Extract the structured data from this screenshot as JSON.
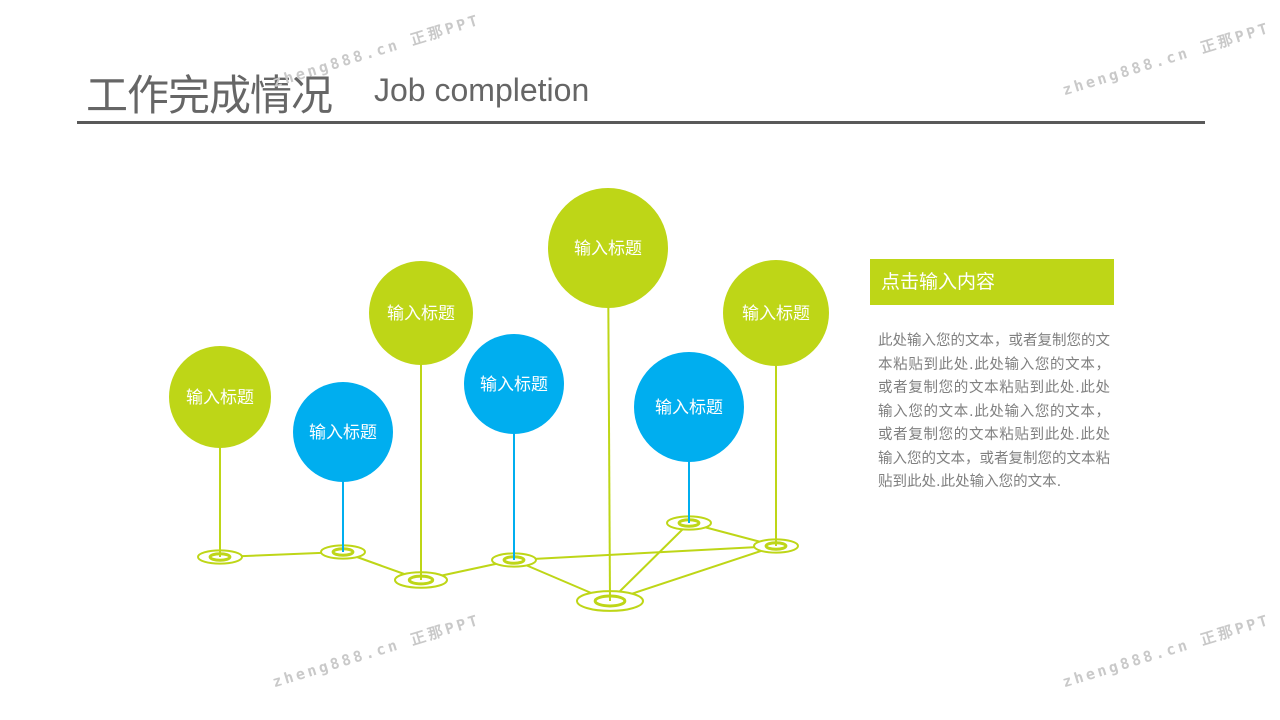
{
  "header": {
    "title_cn": "工作完成情况",
    "title_en": "Job completion"
  },
  "diagram": {
    "nodes": [
      {
        "label": "输入标题",
        "color": "green"
      },
      {
        "label": "输入标题",
        "color": "blue"
      },
      {
        "label": "输入标题",
        "color": "green"
      },
      {
        "label": "输入标题",
        "color": "blue"
      },
      {
        "label": "输入标题",
        "color": "green"
      },
      {
        "label": "输入标题",
        "color": "blue"
      },
      {
        "label": "输入标题",
        "color": "green"
      }
    ],
    "connections": [
      [
        0,
        1
      ],
      [
        1,
        2
      ],
      [
        2,
        3
      ],
      [
        3,
        6
      ],
      [
        3,
        4
      ],
      [
        4,
        5
      ],
      [
        4,
        6
      ],
      [
        5,
        6
      ]
    ]
  },
  "panel": {
    "heading": "点击输入内容",
    "body": "此处输入您的文本，或者复制您的文本粘贴到此处.此处输入您的文本，或者复制您的文本粘贴到此处.此处输入您的文本.此处输入您的文本，或者复制您的文本粘贴到此处.此处输入您的文本，或者复制您的文本粘贴到此处.此处输入您的文本."
  },
  "watermark": "zheng888.cn 正那PPT",
  "colors": {
    "green": "#BED617",
    "blue": "#00AEEF",
    "text": "#666666"
  }
}
